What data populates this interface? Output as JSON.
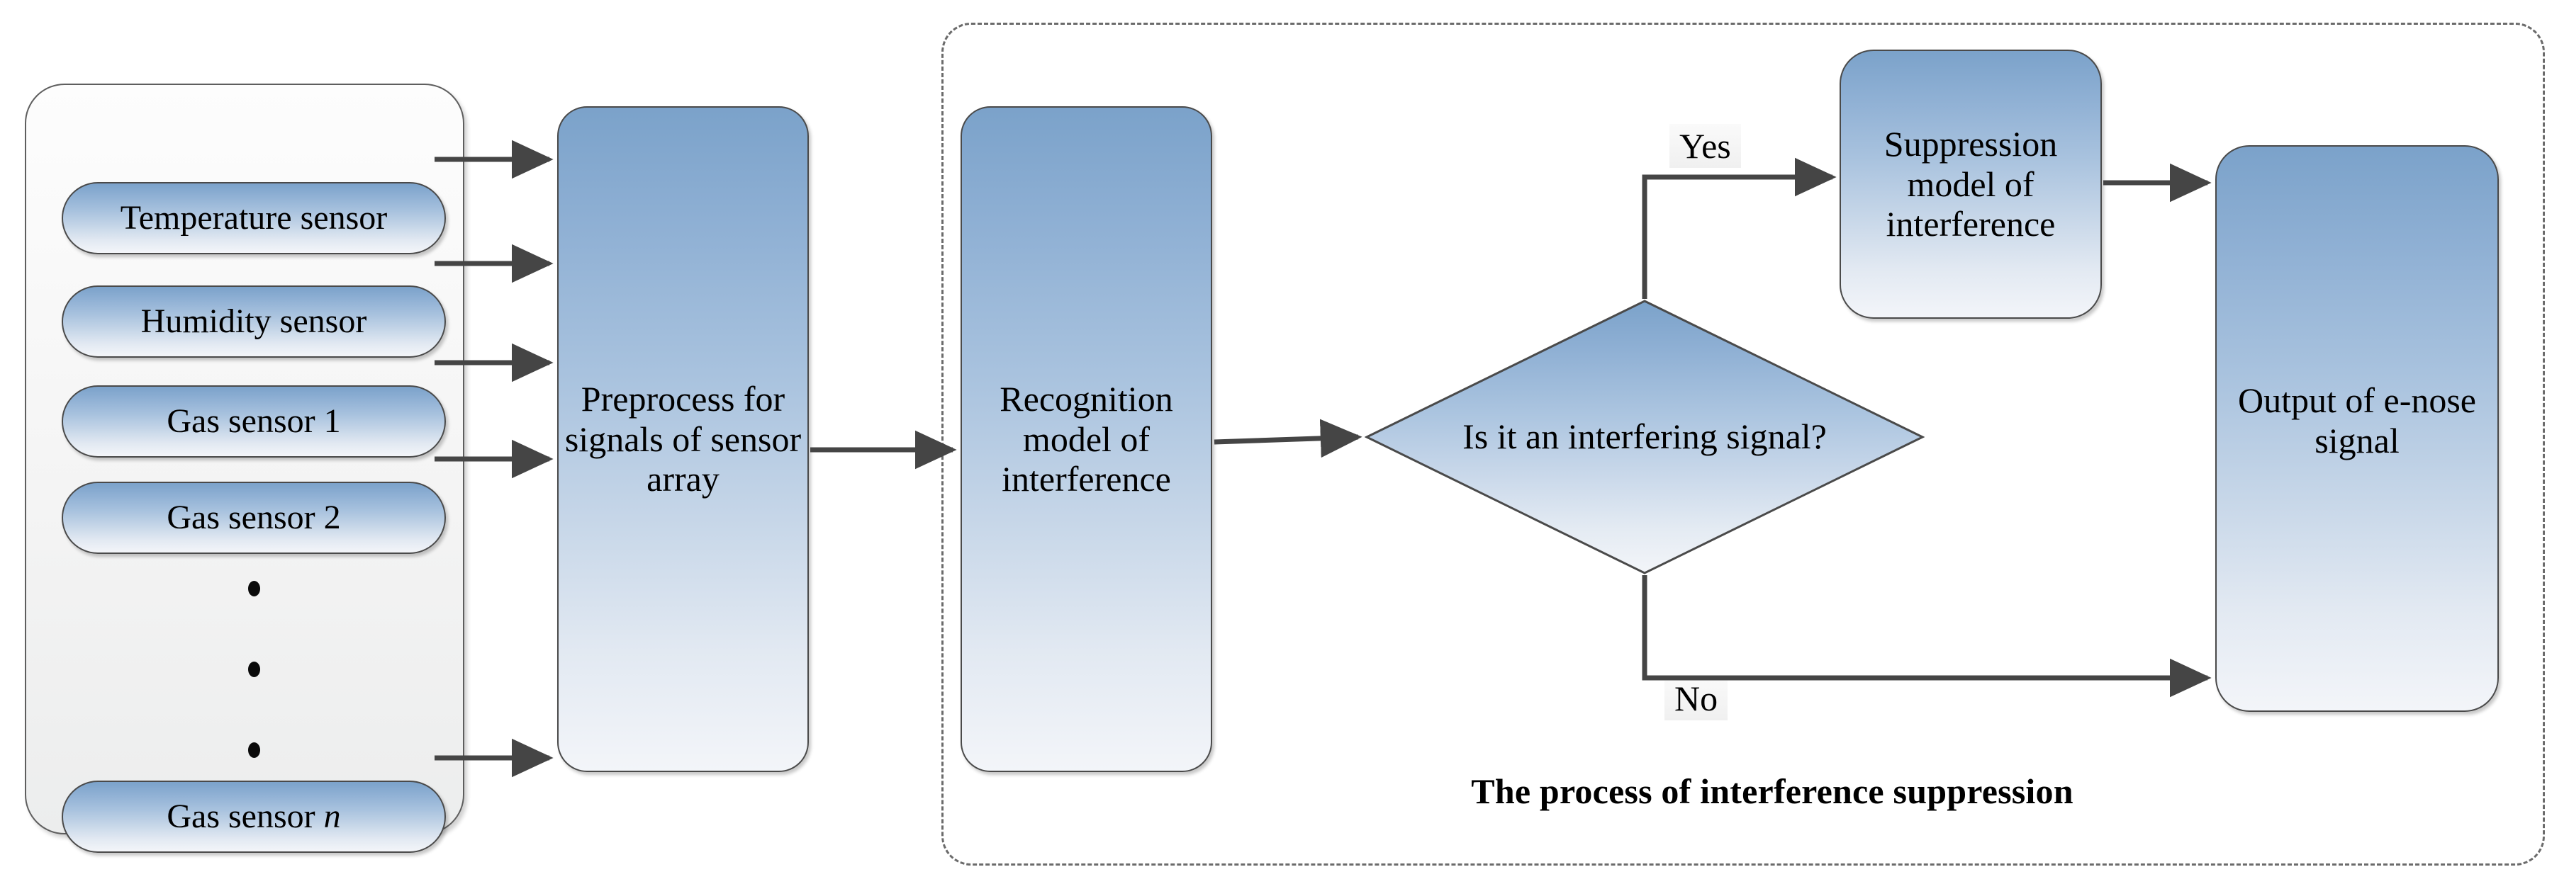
{
  "diagram": {
    "caption": "The process of interference suppression",
    "sensor_group": {
      "name": "sensor-array-group",
      "sensors": [
        {
          "label": "Temperature sensor"
        },
        {
          "label": "Humidity sensor"
        },
        {
          "label": "Gas sensor 1"
        },
        {
          "label": "Gas sensor 2"
        },
        {
          "label": "Gas sensor n",
          "italic_suffix": "n",
          "prefix": "Gas sensor "
        }
      ],
      "ellipsis": "vertical-three-dots"
    },
    "nodes": {
      "preprocess": "Preprocess for signals of sensor array",
      "recognition": "Recognition model of interference",
      "decision": "Is it an interfering signal?",
      "suppression": "Suppression model of interference",
      "output": "Output of e-nose signal"
    },
    "branches": {
      "yes": "Yes",
      "no": "No"
    },
    "colors": {
      "node_fill_top": "#7ba2ca",
      "node_fill_bottom": "#f3f5f9",
      "node_border": "#4a4a4a",
      "connector": "#454545",
      "dashed_border": "#6b6b6b",
      "group_fill": "#f4f4f4",
      "text": "#000000"
    }
  }
}
